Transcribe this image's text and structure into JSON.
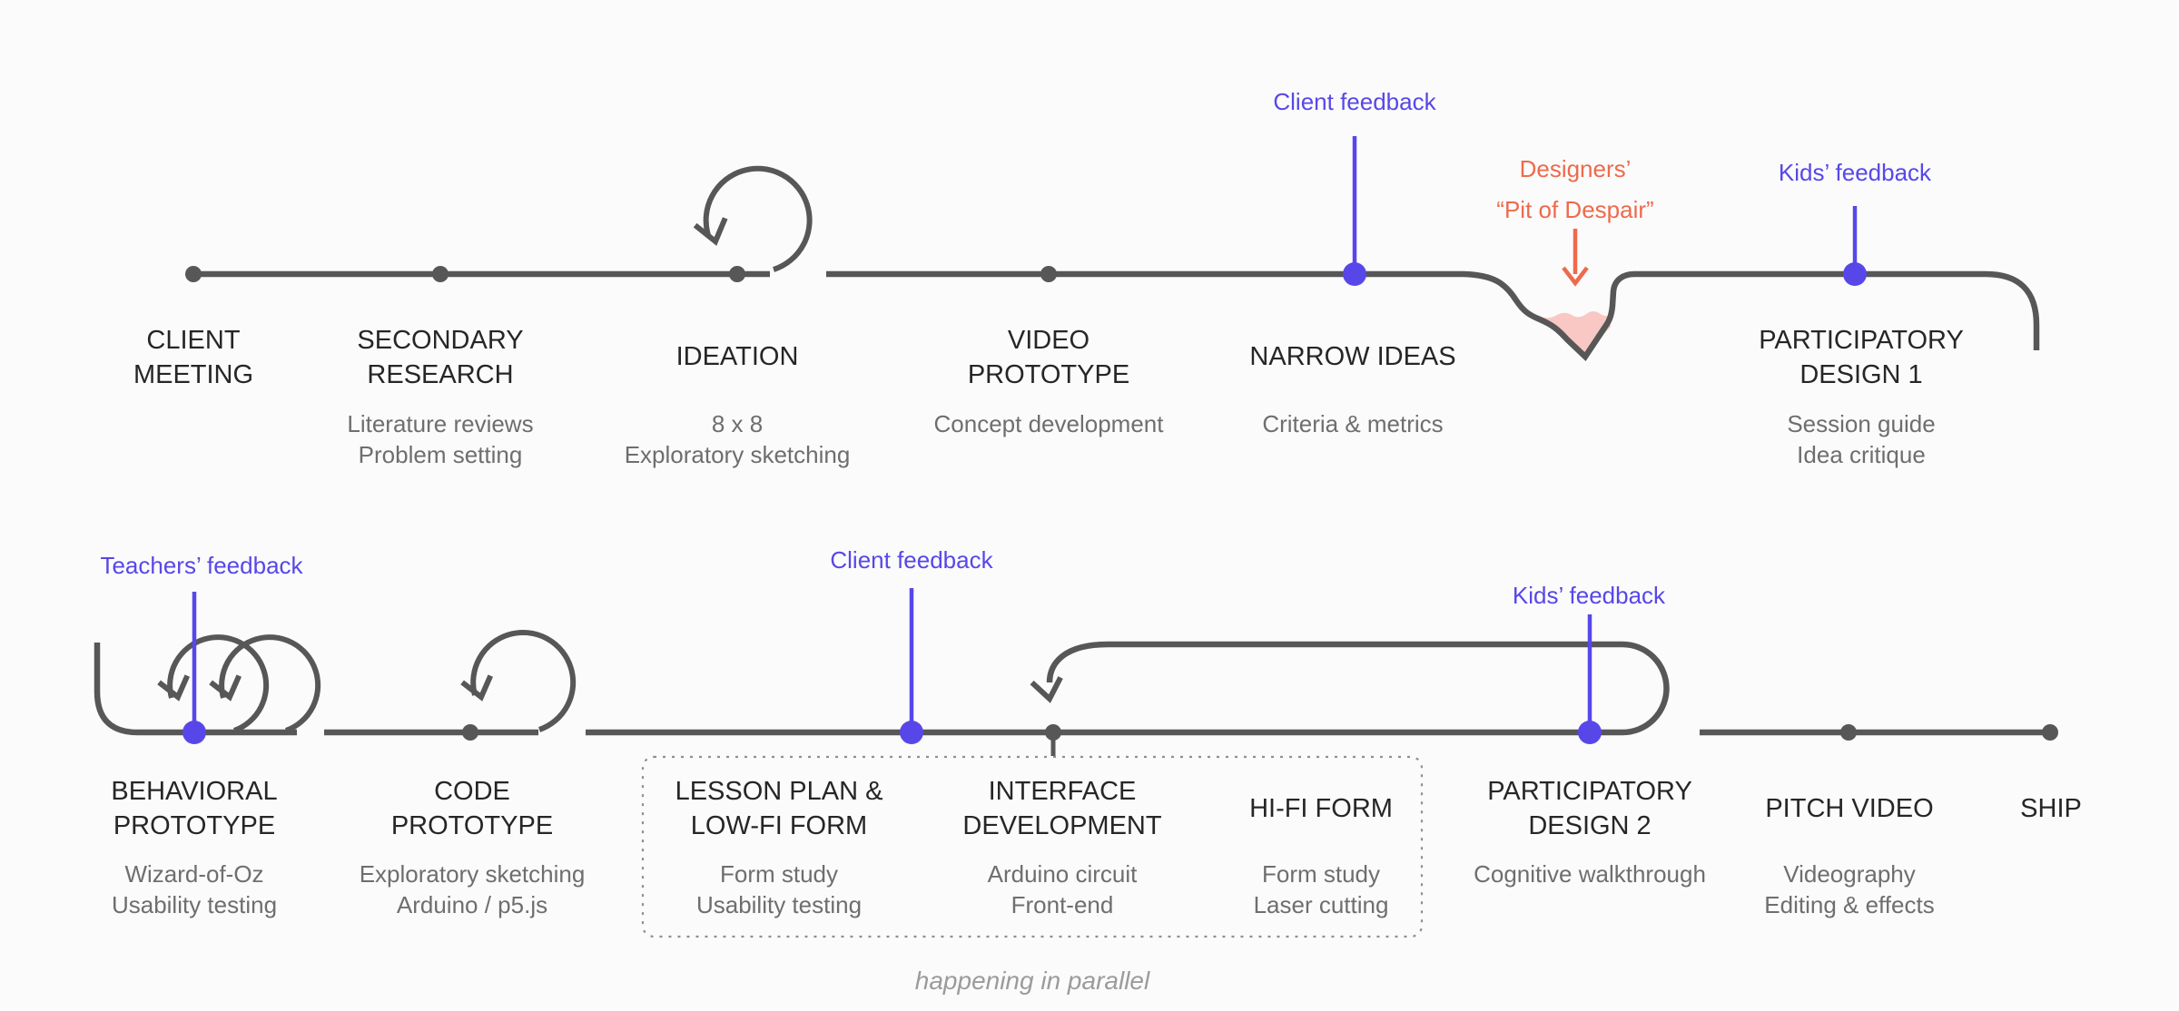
{
  "colors": {
    "background": "#FBFBFB",
    "timeline_gray": "#575757",
    "accent_blue": "#5847E8",
    "accent_orange": "#EE6A4C",
    "pit_pink": "#F9C8C4",
    "title_text": "#262626",
    "sub_text": "#6E6E6E",
    "caption_text": "#9B9B9B",
    "dotted_box": "#8F8F8F"
  },
  "annotations": {
    "client_feedback_top": "Client feedback",
    "kids_feedback_top": "Kids’ feedback",
    "designers_pit_line1": "Designers’",
    "designers_pit_line2": "“Pit of Despair”",
    "teachers_feedback": "Teachers’ feedback",
    "client_feedback_bottom": "Client feedback",
    "kids_feedback_bottom": "Kids’ feedback"
  },
  "phases_top": [
    {
      "title": [
        "CLIENT",
        "MEETING"
      ],
      "subs": []
    },
    {
      "title": [
        "SECONDARY",
        "RESEARCH"
      ],
      "subs": [
        "Literature reviews",
        "Problem setting"
      ]
    },
    {
      "title": [
        "IDEATION"
      ],
      "subs": [
        "8 x 8",
        "Exploratory sketching"
      ]
    },
    {
      "title": [
        "VIDEO",
        "PROTOTYPE"
      ],
      "subs": [
        "Concept development"
      ]
    },
    {
      "title": [
        "NARROW IDEAS"
      ],
      "subs": [
        "Criteria & metrics"
      ]
    },
    {
      "title": [
        "PARTICIPATORY",
        "DESIGN 1"
      ],
      "subs": [
        "Session guide",
        "Idea critique"
      ]
    }
  ],
  "phases_bottom": [
    {
      "title": [
        "BEHAVIORAL",
        "PROTOTYPE"
      ],
      "subs": [
        "Wizard-of-Oz",
        "Usability testing"
      ]
    },
    {
      "title": [
        "CODE",
        "PROTOTYPE"
      ],
      "subs": [
        "Exploratory sketching",
        "Arduino / p5.js"
      ]
    },
    {
      "title": [
        "LESSON PLAN &",
        "LOW-FI FORM"
      ],
      "subs": [
        "Form study",
        "Usability testing"
      ]
    },
    {
      "title": [
        "INTERFACE",
        "DEVELOPMENT"
      ],
      "subs": [
        "Arduino circuit",
        "Front-end"
      ]
    },
    {
      "title": [
        "HI-FI FORM"
      ],
      "subs": [
        "Form study",
        "Laser cutting"
      ]
    },
    {
      "title": [
        "PARTICIPATORY",
        "DESIGN 2"
      ],
      "subs": [
        "Cognitive walkthrough"
      ]
    },
    {
      "title": [
        "PITCH VIDEO"
      ],
      "subs": [
        "Videography",
        "Editing & effects"
      ]
    },
    {
      "title": [
        "SHIP"
      ],
      "subs": []
    }
  ],
  "caption": "happening in parallel"
}
